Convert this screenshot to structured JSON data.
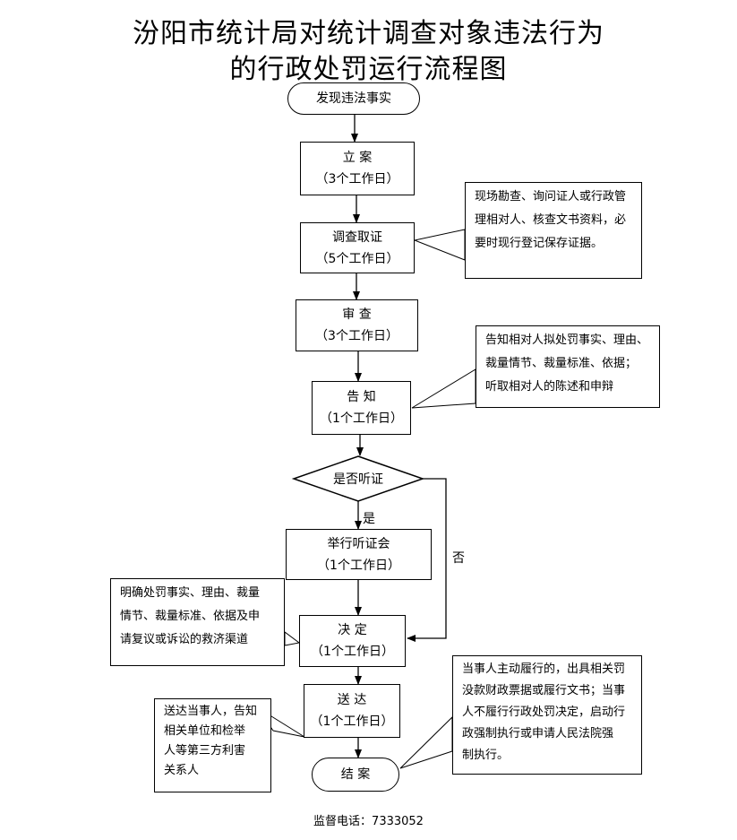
{
  "title": {
    "line1": "汾阳市统计局对统计调查对象违法行为",
    "line2": "的行政处罚运行流程图"
  },
  "nodes": {
    "start": "发现违法事实",
    "filing": {
      "label": "立 案",
      "days": "（3个工作日）"
    },
    "investigation": {
      "label": "调查取证",
      "days": "（5个工作日）"
    },
    "review": {
      "label": "审 查",
      "days": "（3个工作日）"
    },
    "notice": {
      "label": "告 知",
      "days": "（1个工作日）"
    },
    "hearing_decision": "是否听证",
    "hearing": {
      "label": "举行听证会",
      "days": "（1个工作日）"
    },
    "decision": {
      "label": "决 定",
      "days": "（1个工作日）"
    },
    "delivery": {
      "label": "送 达",
      "days": "（1个工作日）"
    },
    "end": "结 案"
  },
  "edge_labels": {
    "yes": "是",
    "no": "否"
  },
  "notes": {
    "investigation": [
      "现场勘查、询问证人或行政管",
      "理相对人、核查文书资料，必",
      "要时现行登记保存证据。"
    ],
    "notice": [
      "告知相对人拟处罚事实、理由、",
      "裁量情节、裁量标准、依据；",
      "听取相对人的陈述和申辩"
    ],
    "decision": [
      "明确处罚事实、理由、裁量",
      "情节、裁量标准、依据及申",
      "请复议或诉讼的救济渠道"
    ],
    "delivery": [
      "送达当事人，告知",
      "相关单位和检举",
      "人等第三方利害",
      "关系人"
    ],
    "end": [
      "当事人主动履行的，出具相关罚",
      "没款财政票据或履行文书；当事",
      "人不履行行政处罚决定，启动行",
      "政强制执行或申请人民法院强",
      "制执行。"
    ]
  },
  "footer": "监督电话：7333052"
}
